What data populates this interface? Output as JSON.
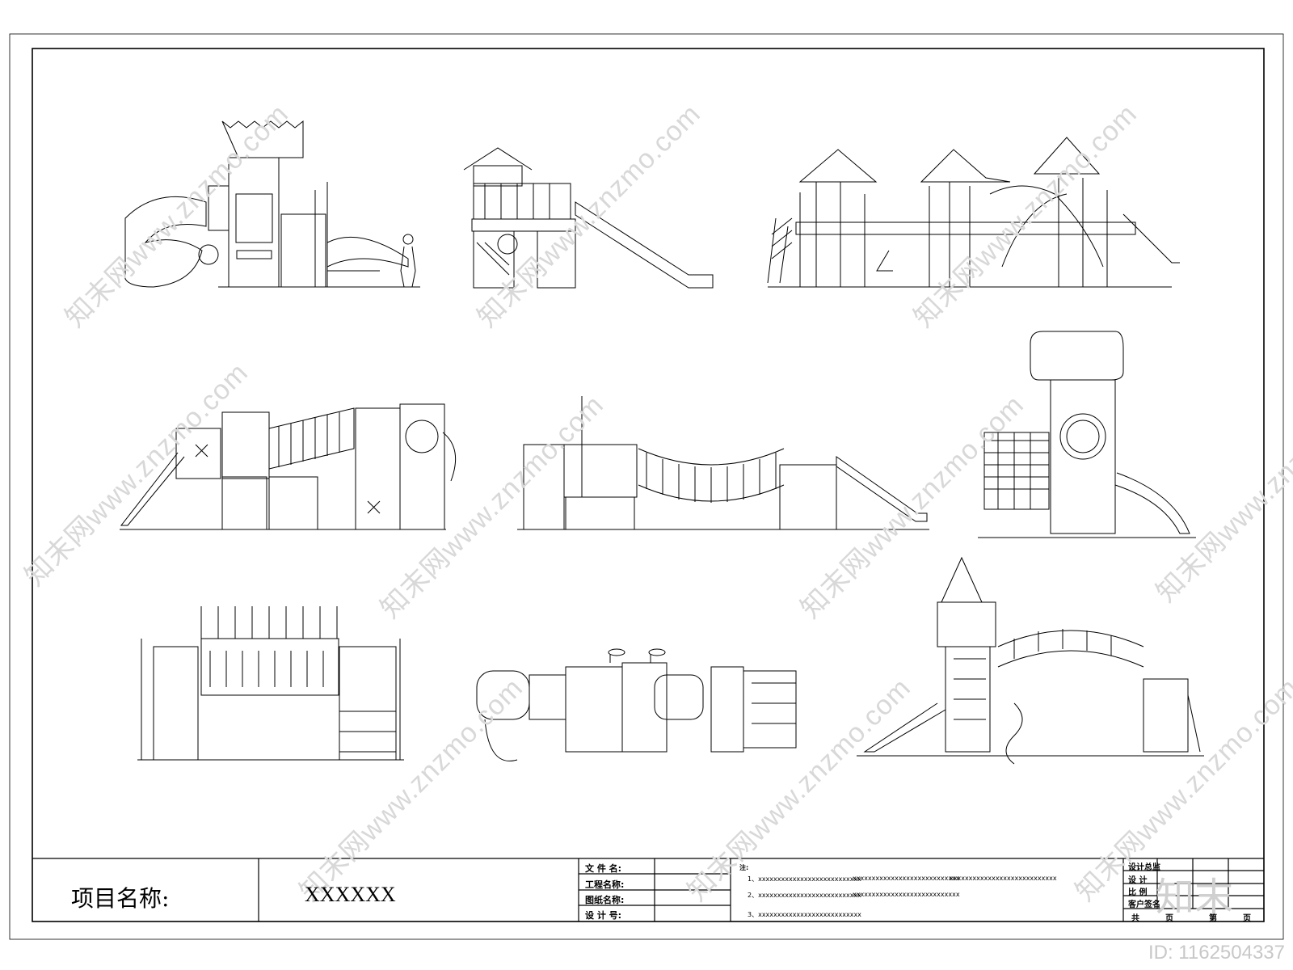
{
  "title_block": {
    "project_label": "项目名称:",
    "project_value": "XXXXXX",
    "fields": [
      "文 件 名:",
      "工程名称:",
      "图纸名称:",
      "设 计 号:"
    ],
    "note_label": "注:",
    "notes": [
      "1、xxxxxxxxxxxxxxxxxxxxxxxxxxx",
      "xxxxxxxxxxxxxxxxxxxxxxxxxxxx",
      "xxxxxxxxxxxxxxxxxxxxxxxxxxxx",
      "2、xxxxxxxxxxxxxxxxxxxxxxxxxxx",
      "xxxxxxxxxxxxxxxxxxxxxxxxxxxx",
      "3、xxxxxxxxxxxxxxxxxxxxxxxxxxx"
    ],
    "right_fields": [
      "设计总监",
      "设  计",
      "比  例",
      "客户签名"
    ],
    "bottom_fields": [
      "共",
      "页",
      "第",
      "页"
    ]
  },
  "watermark": "知末网www.znzmo.com",
  "brand": "知末",
  "image_id": "ID: 1162504337"
}
